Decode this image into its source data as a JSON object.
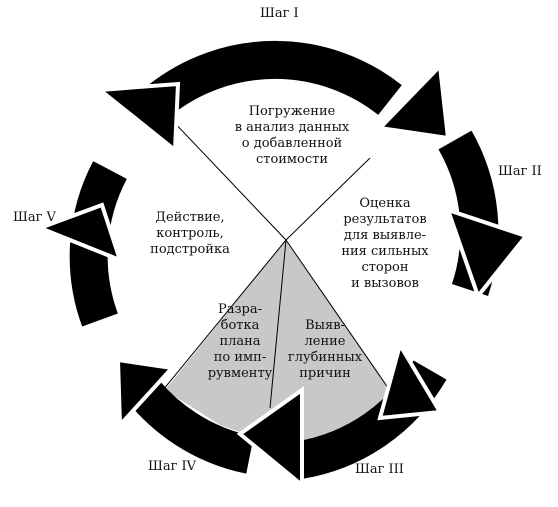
{
  "steps": {
    "s1": "Шаг I",
    "s2": "Шаг II",
    "s3": "Шаг III",
    "s4": "Шаг IV",
    "s5": "Шаг V"
  },
  "sectors": {
    "top": [
      "Погружение",
      "в анализ данных",
      "о добавленной",
      "стоимости"
    ],
    "right": [
      "Оценка",
      "результатов",
      "для выявле-",
      "ния сильных",
      "сторон",
      "и вызовов"
    ],
    "bottom_right": [
      "Выяв-",
      "ление",
      "глубинных",
      "причин"
    ],
    "bottom_left": [
      "Разра-",
      "ботка",
      "плана",
      "по имп-",
      "рувменту"
    ],
    "left": [
      "Действие,",
      "контроль,",
      "подстройка"
    ]
  },
  "colors": {
    "ring": "#000000",
    "arrow_outline": "#ffffff",
    "shaded_sector": "#c8c8c8",
    "divider": "#000000",
    "background": "#ffffff"
  }
}
